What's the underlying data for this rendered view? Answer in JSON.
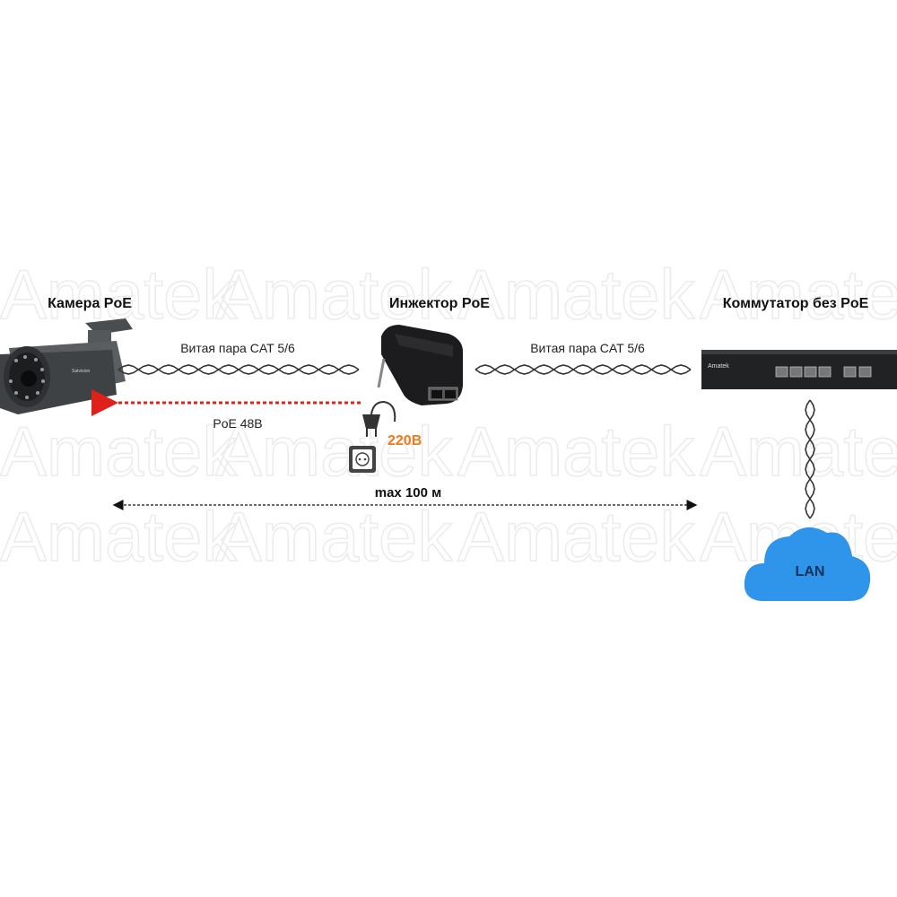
{
  "watermark": "Amatek",
  "nodes": {
    "camera": {
      "title": "Камера PoE",
      "brand": "Satvision"
    },
    "injector": {
      "title": "Инжектор PoE"
    },
    "switch": {
      "title": "Коммутатор без PoE",
      "brand": "Amatek"
    },
    "lan": {
      "label": "LAN"
    }
  },
  "links": {
    "cable_left": "Витая пара CAT 5/6",
    "cable_right": "Витая пара CAT 5/6",
    "poe_power": "PoE 48В",
    "mains": "220В",
    "distance": "max 100 м"
  },
  "colors": {
    "poe_arrow": "#e0201b",
    "mains": "#f07a1a",
    "cloud": "#2f95ea",
    "lan_text": "#12305a"
  }
}
